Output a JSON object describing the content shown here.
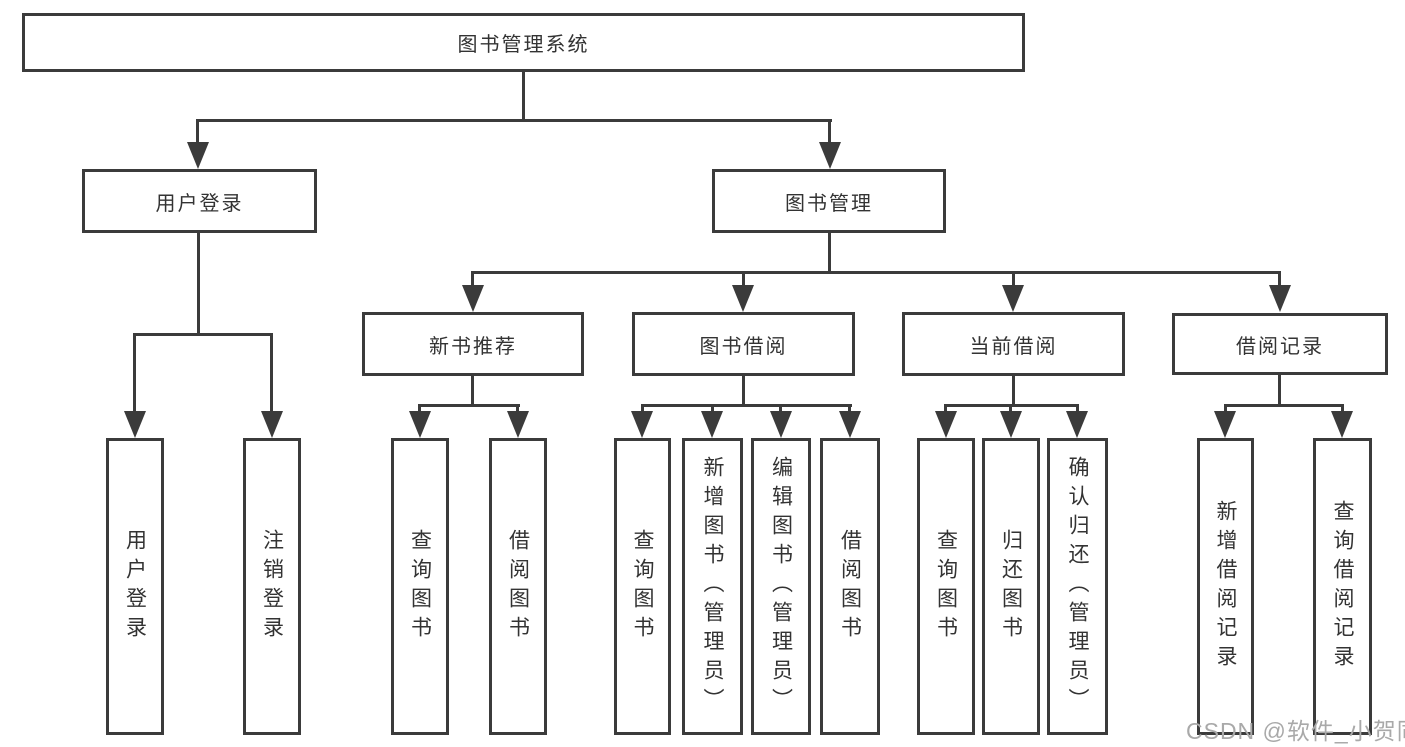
{
  "diagram": {
    "root": {
      "label": "图书管理系统"
    },
    "level1": [
      {
        "label": "用户登录"
      },
      {
        "label": "图书管理"
      }
    ],
    "level2": [
      {
        "label": "新书推荐"
      },
      {
        "label": "图书借阅"
      },
      {
        "label": "当前借阅"
      },
      {
        "label": "借阅记录"
      }
    ],
    "leaves": {
      "user_login": [
        "用户登录",
        "注销登录"
      ],
      "new_book": [
        "查询图书",
        "借阅图书"
      ],
      "book_borrow": [
        "查询图书",
        "新增图书（管理员）",
        "编辑图书（管理员）",
        "借阅图书"
      ],
      "current_borrow": [
        "查询图书",
        "归还图书",
        "确认归还（管理员）"
      ],
      "borrow_record": [
        "新增借阅记录",
        "查询借阅记录"
      ]
    }
  },
  "watermark": {
    "text": "CSDN @软件_小贺同学"
  },
  "colors": {
    "line": "#3b3b3b",
    "text": "#333333",
    "watermark": "#a9a9a9",
    "background": "#ffffff"
  }
}
